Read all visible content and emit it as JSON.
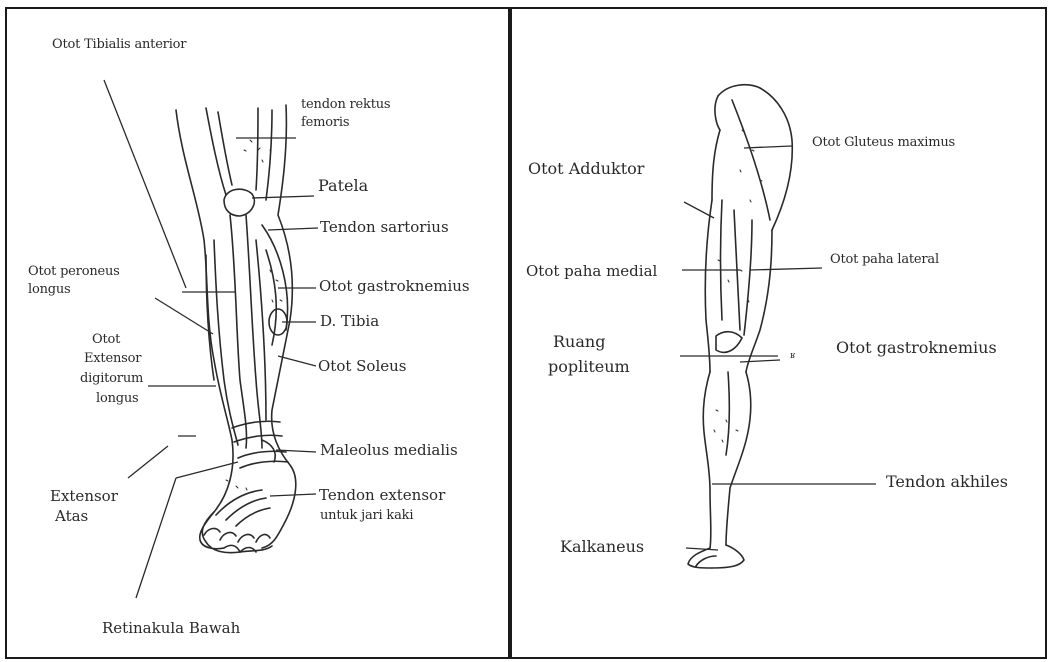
{
  "left_panel": {
    "labels": {
      "tibialis_anterior": "Otot Tibialis anterior",
      "tendon_rektus_femoris_1": "tendon rektus",
      "tendon_rektus_femoris_2": "femoris",
      "patela": "Patela",
      "tendon_sartorius": "Tendon sartorius",
      "peroneus_longus_1": "Otot peroneus",
      "peroneus_longus_2": "longus",
      "gastroknemius": "Otot gastroknemius",
      "tibia": "D. Tibia",
      "extensor_digitorum_1": "Otot",
      "extensor_digitorum_2": "Extensor",
      "extensor_digitorum_3": "digitorum",
      "extensor_digitorum_4": "longus",
      "soleus": "Otot Soleus",
      "maleolus_medialis": "Maleolus medialis",
      "extensor_atas_1": "Extensor",
      "extensor_atas_2": "Atas",
      "tendon_extensor_1": "Tendon extensor",
      "tendon_extensor_2": "untuk jari kaki",
      "retinakula_bawah": "Retinakula Bawah"
    }
  },
  "right_panel": {
    "labels": {
      "gluteus_maximus": "Otot Gluteus maximus",
      "adduktor": "Otot Adduktor",
      "paha_medial": "Otot paha medial",
      "paha_lateral": "Otot paha lateral",
      "ruang_popliteum_1": "Ruang",
      "ruang_popliteum_2": "popliteum",
      "gastroknemius": "Otot gastroknemius",
      "tendon_akhiles": "Tendon akhiles",
      "kalkaneus": "Kalkaneus"
    }
  },
  "colors": {
    "ink": "#2a2a2a",
    "panel_border": "#1a1a1a",
    "paper": "#ffffff"
  }
}
